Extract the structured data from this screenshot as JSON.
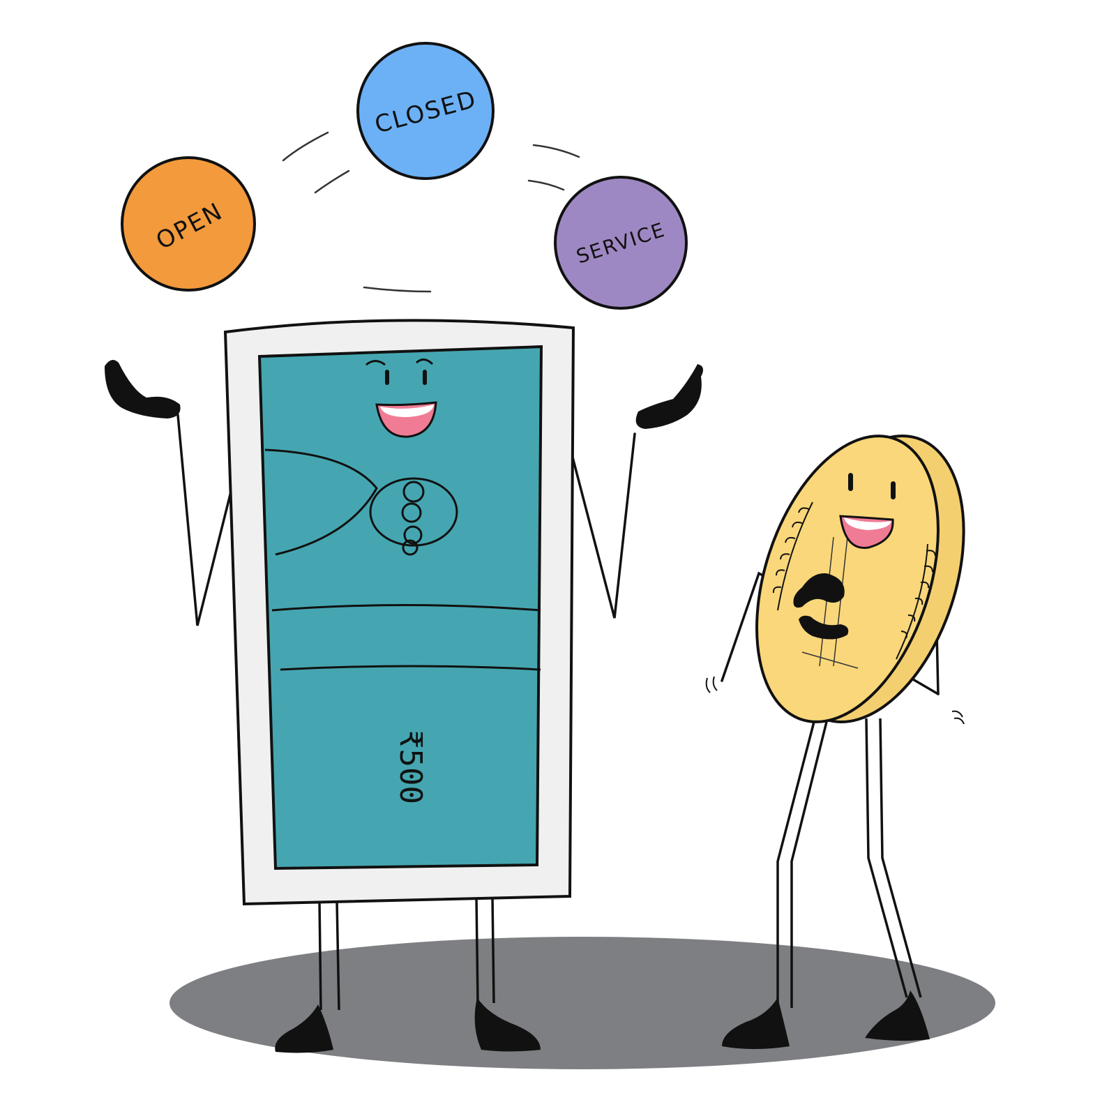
{
  "illustration": {
    "juggling_balls": [
      {
        "label": "OPEN",
        "color": "#f29a3c"
      },
      {
        "label": "CLOSED",
        "color": "#6cb1f6"
      },
      {
        "label": "SERVICE",
        "color": "#9e88c3"
      }
    ],
    "banknote": {
      "amount": "₹500",
      "fill_color": "#45a6b1",
      "border_color": "#f0f0f0"
    },
    "coin": {
      "face_color": "#f9d77a",
      "edge_color": "#f4cf70"
    },
    "ground_shadow_color": "#7e7f82",
    "outline_color": "#111111",
    "mouth_color": "#f07b95",
    "icons": [
      "banknote-character-icon",
      "coin-character-icon",
      "juggling-ball-icon"
    ]
  }
}
